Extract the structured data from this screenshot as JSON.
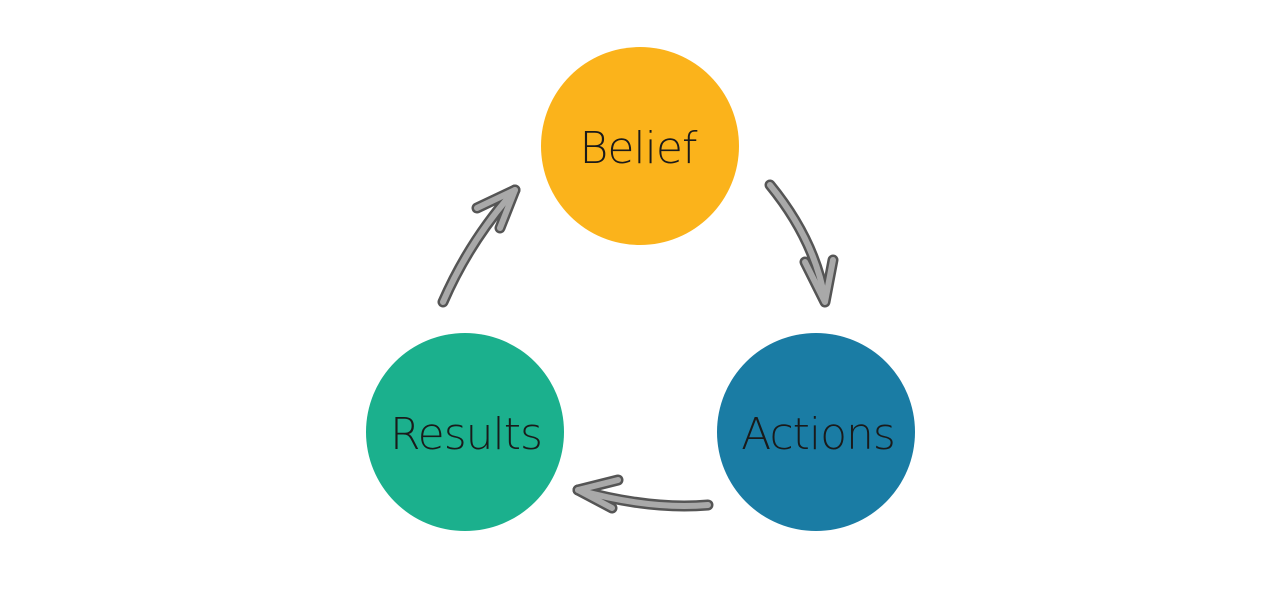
{
  "nodes": [
    {
      "id": "belief",
      "label": "Belief",
      "color": "#FBB31B"
    },
    {
      "id": "actions",
      "label": "Actions",
      "color": "#1A7CA4"
    },
    {
      "id": "results",
      "label": "Results",
      "color": "#1BB08D"
    }
  ],
  "edges": [
    {
      "from": "belief",
      "to": "actions"
    },
    {
      "from": "actions",
      "to": "results"
    },
    {
      "from": "results",
      "to": "belief"
    }
  ],
  "arrow_color": "#A9A9A9",
  "arrow_outline_color": "#555555"
}
